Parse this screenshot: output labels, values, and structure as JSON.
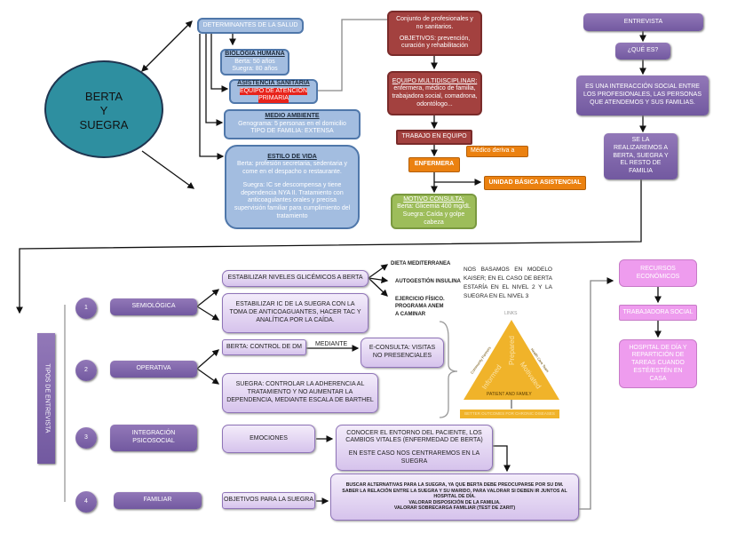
{
  "center": {
    "line1": "BERTA",
    "line2": "Y",
    "line3": "SUEGRA"
  },
  "determinantes": {
    "title": "DETERMINANTES DE LA SALUD",
    "biologia": {
      "title": "BIOLOGIA HUMANA",
      "l1": "Berta: 50 años",
      "l2": "Suegra: 80 años"
    },
    "asistencia": {
      "title": "ASISTENCIA SANITARIA",
      "highlight1": "EQUIPO DE ATENCIÓN",
      "highlight2": "PRIMARIA"
    },
    "medio": {
      "title": "MEDIO AMBIENTE",
      "l1": "Genograma: 5 personas en el domicilio",
      "l2": "TIPO DE FAMILIA: EXTENSA"
    },
    "estilo": {
      "title": "ESTILO DE VIDA",
      "l1": "Berta: profesión secretaria, sedentaria y come en el despacho o restaurante.",
      "l2": "Suegra: IC se descompensa y tiene dependencia NYA II. Tratamiento con anticoagulantes orales y precisa supervisión familiar para cumplimiento del tratamiento"
    }
  },
  "equipo": {
    "conjunto": "Conjunto de profesionales y no sanitarios.",
    "objetivos": "OBJETIVOS: prevención, curación y rehabilitación",
    "multi_title": "EQUIPO MULTIDISCIPLINAR:",
    "multi_text": "enfermera, médico de familia, trabajadora social, comadrona, odontólogo...",
    "trabajo": "TRABAJO EN EQUIPO",
    "medico_deriva": "Médico deriva a",
    "enfermera": "ENFERMERA",
    "unidad": "UNIDAD BÁSICA ASISTENCIAL",
    "motivo_title": "MOTIVO CONSULTA:",
    "motivo_l1": "Berta: Glicemia 400 mg/dL",
    "motivo_l2": "Suegra: Caída y golpe cabeza"
  },
  "entrevista": {
    "title": "ENTREVISTA",
    "que_es": "¿QUÉ ES?",
    "definicion": "ES UNA INTERACCIÓN SOCIAL ENTRE LOS PROFESIONALES, LAS PERSONAS QUE ATENDEMOS Y SUS FAMILIAS.",
    "se_la": "SE LA REALIZAREMOS A BERTA, SUEGRA Y EL RESTO DE FAMILIA"
  },
  "tipos": {
    "title": "TIPOS DE ENTREVISTA",
    "items": [
      {
        "num": "1",
        "label": "SEMIOLÓGICA"
      },
      {
        "num": "2",
        "label": "OPERATIVA"
      },
      {
        "num": "3",
        "label": "INTEGRACIÓN PSICOSOCIAL"
      },
      {
        "num": "4",
        "label": "FAMILIAR"
      }
    ]
  },
  "semiologica": {
    "glicemicos": "ESTABILIZAR NIVELES GLICÉMICOS A BERTA",
    "ic": "ESTABILIZAR IC DE LA SUEGRA CON LA TOMA DE ANTICOAGUANTES, HACER TAC Y ANALÍTICA POR LA CAÍDA.",
    "dieta": "DIETA MEDITERRANEA",
    "autogestion": "AUTOGESTIÓN INSULINA",
    "ejercicio": "EJERCICIO FÍSICO. PROGRAMA ANEM A CAMINAR"
  },
  "operativa": {
    "berta": "BERTA: CONTROL DE DM",
    "mediante": "MEDIANTE",
    "econsulta": "E-CONSULTA: VISITAS NO PRESENCIALES",
    "suegra": "SUEGRA: CONTROLAR LA ADHERENCIA AL TRATAMIENTO Y NO AUMENTAR LA DEPENDENCIA, MEDIANTE ESCALA DE BARTHEL"
  },
  "kaiser": {
    "text": "NOS BASAMOS EN MODELO KAISER; EN EL CASO DE BERTA ESTARÍA EN EL NIVEL 2 Y LA SUEGRA EN EL NIVEL 3",
    "links": "LINKS",
    "prepared": "Prepared",
    "informed": "Informed",
    "motivated": "Motivated",
    "community": "Community Partners",
    "health_team": "Health Care Team",
    "patient": "PATIENT AND FAMILY",
    "outcomes": "BETTER OUTCOMES FOR CHRONIC DISEASES"
  },
  "psicosocial": {
    "emociones": "EMOCIONES",
    "conocer": "CONOCER EL ENTORNO DEL PACIENTE, LOS CAMBIOS VITALES (ENFERMEDAD DE BERTA)",
    "centraremos": "EN ESTE CASO NOS CENTRAREMOS EN LA SUEGRA"
  },
  "familiar": {
    "objetivos": "OBJETIVOS PARA LA SUEGRA",
    "l1": "BUSCAR ALTERNATIVAS PARA LA SUEGRA, YA QUE BERTA DEBE PREOCUPARSE POR SU DM.",
    "l2": "SABER LA RELACIÓN ENTRE LA SUEGRA Y SU MARIDO, PARA VALORAR SI DEBEN IR JUNTOS AL HOSPITAL DE DÍA.",
    "l3": "VALORAR DISPOSICIÓN DE LA FAMILIA.",
    "l4": "VALORAR SOBRECARGA FAMILIAR (TEST DE ZARIT)"
  },
  "recursos": {
    "title": "RECURSOS ECONÓMICOS",
    "trabajadora": "TRABAJADORA SOCIAL",
    "hospital": "HOSPITAL DE DÍA Y REPARTICIÓN DE TAREAS CUANDO ESTÉ/ESTÉN EN CASA"
  },
  "colors": {
    "blue": "#a3bde0",
    "red": "#a3413f",
    "orange": "#eb8110",
    "green": "#9dbd5a",
    "purple": "#8064a2",
    "lavender": "#e6d8f4",
    "pink": "#ee9cee",
    "teal": "#2e8fa0",
    "yellow": "#f0b32a"
  }
}
